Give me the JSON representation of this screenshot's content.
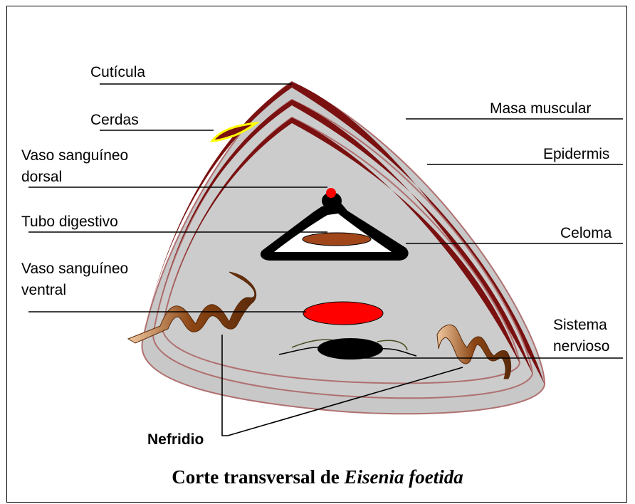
{
  "labels": {
    "cuticula": "Cutícula",
    "cerdas": "Cerdas",
    "vaso_dorsal_1": "Vaso sanguíneo",
    "vaso_dorsal_2": "dorsal",
    "tubo_digestivo": "Tubo digestivo",
    "vaso_ventral_1": "Vaso sanguíneo",
    "vaso_ventral_2": "ventral",
    "nefridio": "Nefridio",
    "masa_muscular": "Masa muscular",
    "epidermis": "Epidermis",
    "celoma": "Celoma",
    "sistema_nervioso_1": "Sistema",
    "sistema_nervioso_2": "nervioso"
  },
  "caption": {
    "prefix": "Corte transversal de ",
    "species": "Eisenia foetida"
  },
  "colors": {
    "body_fill": "#cccccc",
    "muscle": "#7a1010",
    "muscle_edge": "#c08080",
    "vessel_red": "#ff0000",
    "gut_brown": "#a0461a",
    "nephridium": "#8b4513",
    "nephridium_light": "#f0c8a0",
    "seta_yellow": "#ffff00",
    "black": "#000000"
  }
}
